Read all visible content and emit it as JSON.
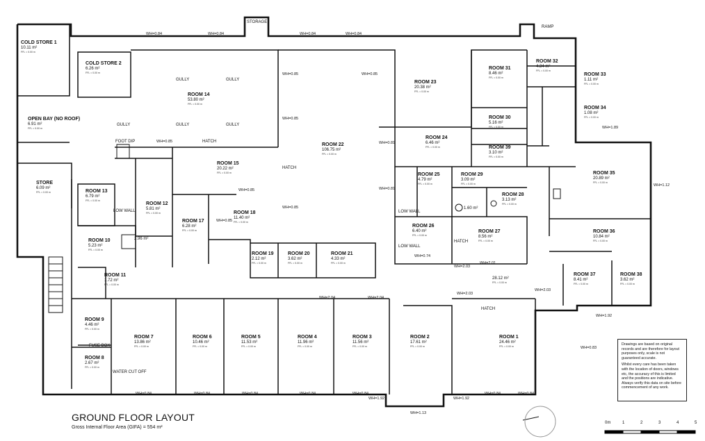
{
  "title": "GROUND FLOOR LAYOUT",
  "subtitle": "Gross Internal Floor Area (GIFA) = 554 m²",
  "notes": [
    "Drawings are based on original records and are therefore for layout purposes only, scale is not guaranteed accurate.",
    "Whilst every care has been taken with the location of doors, windows etc, the accuracy of this is limited and the positions are indicative. Always verify this data on site before commencement of any work."
  ],
  "scale_bar": {
    "unit": "0m",
    "ticks": [
      "1",
      "2",
      "3",
      "4",
      "5"
    ]
  },
  "rooms": [
    {
      "name": "COLD STORE 1",
      "area": "10.11 m²",
      "spec": "FFL = 0.00 m"
    },
    {
      "name": "COLD STORE 2",
      "area": "6.26 m²",
      "spec": "FFL = 0.00 m"
    },
    {
      "name": "OPEN BAY (NO ROOF)",
      "area": "6.91 m²",
      "spec": "FFL = 0.00 m"
    },
    {
      "name": "STORE",
      "area": "6.09 m²",
      "spec": "FFL = 0.00 m"
    },
    {
      "name": "ROOM 14",
      "area": "53.80 m²",
      "spec": "FFL = 0.00 m"
    },
    {
      "name": "ROOM 13",
      "area": "6.79 m²",
      "spec": "FFL = 0.00 m"
    },
    {
      "name": "ROOM 12",
      "area": "5.81 m²",
      "spec": "FFL = 0.00 m"
    },
    {
      "name": "ROOM 15",
      "area": "20.22 m²",
      "spec": "FFL = 0.00 m"
    },
    {
      "name": "ROOM 17",
      "area": "6.28 m²",
      "spec": "FFL = 0.00 m"
    },
    {
      "name": "ROOM 18",
      "area": "11.40 m²",
      "spec": "FFL = 0.00 m"
    },
    {
      "name": "ROOM 10",
      "area": "5.23 m²",
      "spec": "FFL = 0.00 m"
    },
    {
      "name": "ROOM 11",
      "area": "1.72 m²",
      "spec": "FFL = 0.00 m"
    },
    {
      "name": "ROOM 19",
      "area": "2.12 m²",
      "spec": "FFL = 0.00 m"
    },
    {
      "name": "ROOM 20",
      "area": "3.62 m²",
      "spec": "FFL = 0.00 m"
    },
    {
      "name": "ROOM 21",
      "area": "4.33 m²",
      "spec": "FFL = 0.00 m"
    },
    {
      "name": "ROOM 22",
      "area": "106.75 m²",
      "spec": "FFL = 0.00 m"
    },
    {
      "name": "ROOM 23",
      "area": "20.38 m²",
      "spec": "FFL = 0.00 m"
    },
    {
      "name": "ROOM 24",
      "area": "6.46 m²",
      "spec": "FFL = 0.00 m"
    },
    {
      "name": "ROOM 25",
      "area": "4.79 m²",
      "spec": "FFL = 0.00 m"
    },
    {
      "name": "ROOM 26",
      "area": "6.40 m²",
      "spec": "FFL = 0.00 m"
    },
    {
      "name": "ROOM 29",
      "area": "3.09 m²",
      "spec": "FFL = 0.00 m"
    },
    {
      "name": "ROOM 28",
      "area": "3.13 m²",
      "spec": "FFL = 0.00 m"
    },
    {
      "name": "ROOM 27",
      "area": "8.56 m²",
      "spec": "FFL = 0.00 m"
    },
    {
      "name": "ROOM 31",
      "area": "8.46 m²",
      "spec": "FFL = 0.00 m"
    },
    {
      "name": "ROOM 30",
      "area": "5.16 m²",
      "spec": "FFL = 0.00 m"
    },
    {
      "name": "ROOM 39",
      "area": "3.10 m²",
      "spec": "FFL = 0.00 m"
    },
    {
      "name": "ROOM 32",
      "area": "4.34 m²",
      "spec": "FFL = 0.00 m"
    },
    {
      "name": "ROOM 33",
      "area": "1.11 m²",
      "spec": "FFL = 0.00 m"
    },
    {
      "name": "ROOM 34",
      "area": "1.08 m²",
      "spec": "FFL = 0.00 m"
    },
    {
      "name": "ROOM 35",
      "area": "20.89 m²",
      "spec": "FFL = 0.00 m"
    },
    {
      "name": "ROOM 36",
      "area": "10.84 m²",
      "spec": "FFL = 0.00 m"
    },
    {
      "name": "ROOM 37",
      "area": "8.41 m²",
      "spec": "FFL = 0.00 m"
    },
    {
      "name": "ROOM 38",
      "area": "3.62 m²",
      "spec": "FFL = 0.00 m"
    },
    {
      "name": "ROOM 9",
      "area": "4.46 m²",
      "spec": "FFL = 0.00 m"
    },
    {
      "name": "ROOM 8",
      "area": "2.67 m²",
      "spec": "FFL = 0.00 m"
    },
    {
      "name": "ROOM 7",
      "area": "13.86 m²",
      "spec": "FFL = 0.00 m"
    },
    {
      "name": "ROOM 6",
      "area": "10.46 m²",
      "spec": "FFL = 0.00 m"
    },
    {
      "name": "ROOM 5",
      "area": "11.53 m²",
      "spec": "FFL = 0.00 m"
    },
    {
      "name": "ROOM 4",
      "area": "11.96 m²",
      "spec": "FFL = 0.00 m"
    },
    {
      "name": "ROOM 3",
      "area": "11.56 m²",
      "spec": "FFL = 0.00 m"
    },
    {
      "name": "ROOM 2",
      "area": "17.61 m²",
      "spec": "FFL = 0.00 m"
    },
    {
      "name": "ROOM 1",
      "area": "24.46 m²",
      "spec": "FFL = 0.00 m"
    },
    {
      "name": "",
      "area": "28.12 m²",
      "spec": "FFL = 0.00 m"
    }
  ],
  "labels": {
    "storage": "STORAGE",
    "ramp": "RAMP",
    "gully": "GULLY",
    "foot_dip": "FOOT DIP",
    "hatch": "HATCH",
    "low_wall": "LOW WALL",
    "fuse_box": "FUSE BOX",
    "water_cut_off": "WATER CUT OFF",
    "small_area_1": "2.96 m²",
    "small_area_2": "1.60 m²"
  },
  "window_heights": {
    "w084": "WH=0.84",
    "w085": "WH=0.85",
    "w081": "WH=0.81",
    "w074": "WH=0.74",
    "w203": "WH=2.03",
    "w201": "WH=2.01",
    "w204": "WH=2.04",
    "w192": "WH=1.92",
    "w113": "WH=1.13",
    "w112": "WH=1.12",
    "w189": "WH=1.89",
    "w083": "WH=0.83"
  }
}
